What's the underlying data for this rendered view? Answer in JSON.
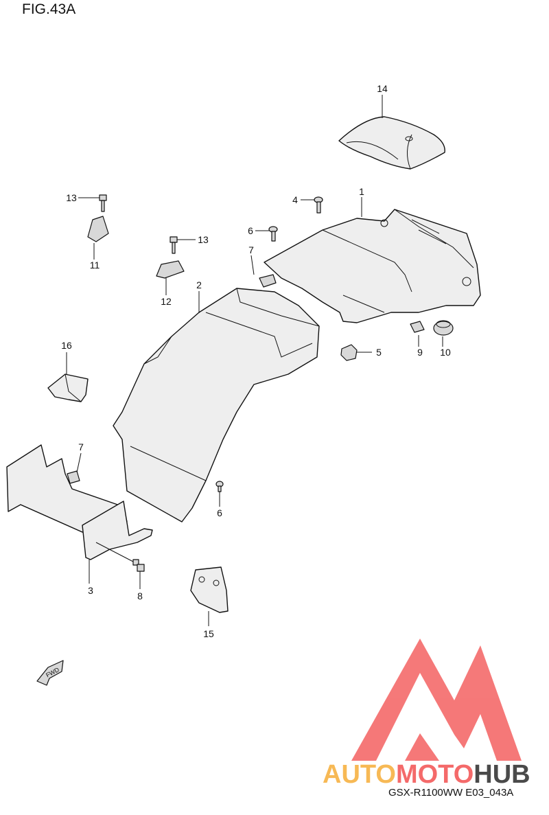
{
  "figure": {
    "title": "FIG.43A",
    "model_code": "GSX-R1100WW  E03_043A"
  },
  "parts": [
    {
      "no": "1"
    },
    {
      "no": "2"
    },
    {
      "no": "3"
    },
    {
      "no": "4"
    },
    {
      "no": "5"
    },
    {
      "no": "6"
    },
    {
      "no": "6"
    },
    {
      "no": "7"
    },
    {
      "no": "7"
    },
    {
      "no": "8"
    },
    {
      "no": "9"
    },
    {
      "no": "10"
    },
    {
      "no": "11"
    },
    {
      "no": "12"
    },
    {
      "no": "13"
    },
    {
      "no": "13"
    },
    {
      "no": "14"
    },
    {
      "no": "15"
    },
    {
      "no": "16"
    }
  ],
  "fwd_arrow": {
    "text": "FWD"
  },
  "watermark": {
    "word_part_1": "AUTO",
    "word_part_2": "MOTO",
    "word_part_3": "HUB",
    "color_1": "#f7b955",
    "color_2": "#f46a6a",
    "color_3": "#4a4a4a",
    "logo_color": "#f46a6a"
  }
}
